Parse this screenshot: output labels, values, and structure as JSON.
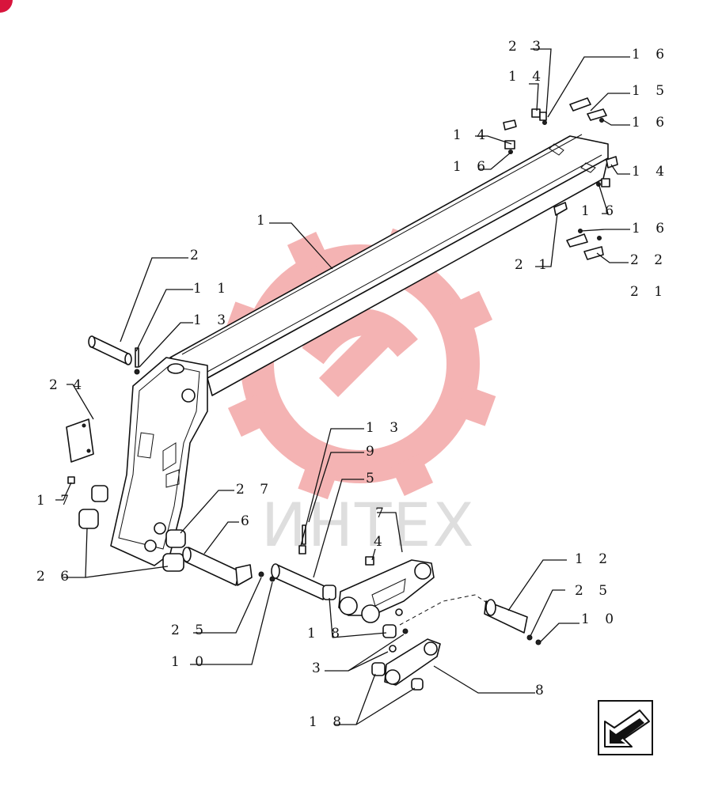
{
  "watermark": {
    "text": "ИНТЕХ",
    "color": "#f3a6a6"
  },
  "corner_badge_color": "#d8143c",
  "labels": [
    {
      "id": "l23",
      "text": "2 3"
    },
    {
      "id": "l16a",
      "text": "1 6"
    },
    {
      "id": "l14a",
      "text": "1 4"
    },
    {
      "id": "l15",
      "text": "1 5"
    },
    {
      "id": "l16b",
      "text": "1 6"
    },
    {
      "id": "l14b",
      "text": "1 4"
    },
    {
      "id": "l16c",
      "text": "1 6"
    },
    {
      "id": "l14c",
      "text": "1 4"
    },
    {
      "id": "l16d",
      "text": "1 6"
    },
    {
      "id": "l16e",
      "text": "1 6"
    },
    {
      "id": "l1",
      "text": "1"
    },
    {
      "id": "l21a",
      "text": "2 1"
    },
    {
      "id": "l22",
      "text": "2 2"
    },
    {
      "id": "l21b",
      "text": "2 1"
    },
    {
      "id": "l2",
      "text": "2"
    },
    {
      "id": "l11",
      "text": "1 1"
    },
    {
      "id": "l13a",
      "text": "1 3"
    },
    {
      "id": "l24",
      "text": "2 4"
    },
    {
      "id": "l13b",
      "text": "1 3"
    },
    {
      "id": "l9",
      "text": "9"
    },
    {
      "id": "l5",
      "text": "5"
    },
    {
      "id": "l27",
      "text": "2 7"
    },
    {
      "id": "l6",
      "text": "6"
    },
    {
      "id": "l7",
      "text": "7"
    },
    {
      "id": "l17",
      "text": "1 7"
    },
    {
      "id": "l4",
      "text": "4"
    },
    {
      "id": "l26",
      "text": "2 6"
    },
    {
      "id": "l12",
      "text": "1 2"
    },
    {
      "id": "l25a",
      "text": "2 5"
    },
    {
      "id": "l25b",
      "text": "2 5"
    },
    {
      "id": "l10a",
      "text": "1 0"
    },
    {
      "id": "l18a",
      "text": "1 8"
    },
    {
      "id": "l10b",
      "text": "1 0"
    },
    {
      "id": "l3",
      "text": "3"
    },
    {
      "id": "l8",
      "text": "8"
    },
    {
      "id": "l18b",
      "text": "1 8"
    }
  ],
  "nav_arrow_icon": "arrow-down-left-icon"
}
